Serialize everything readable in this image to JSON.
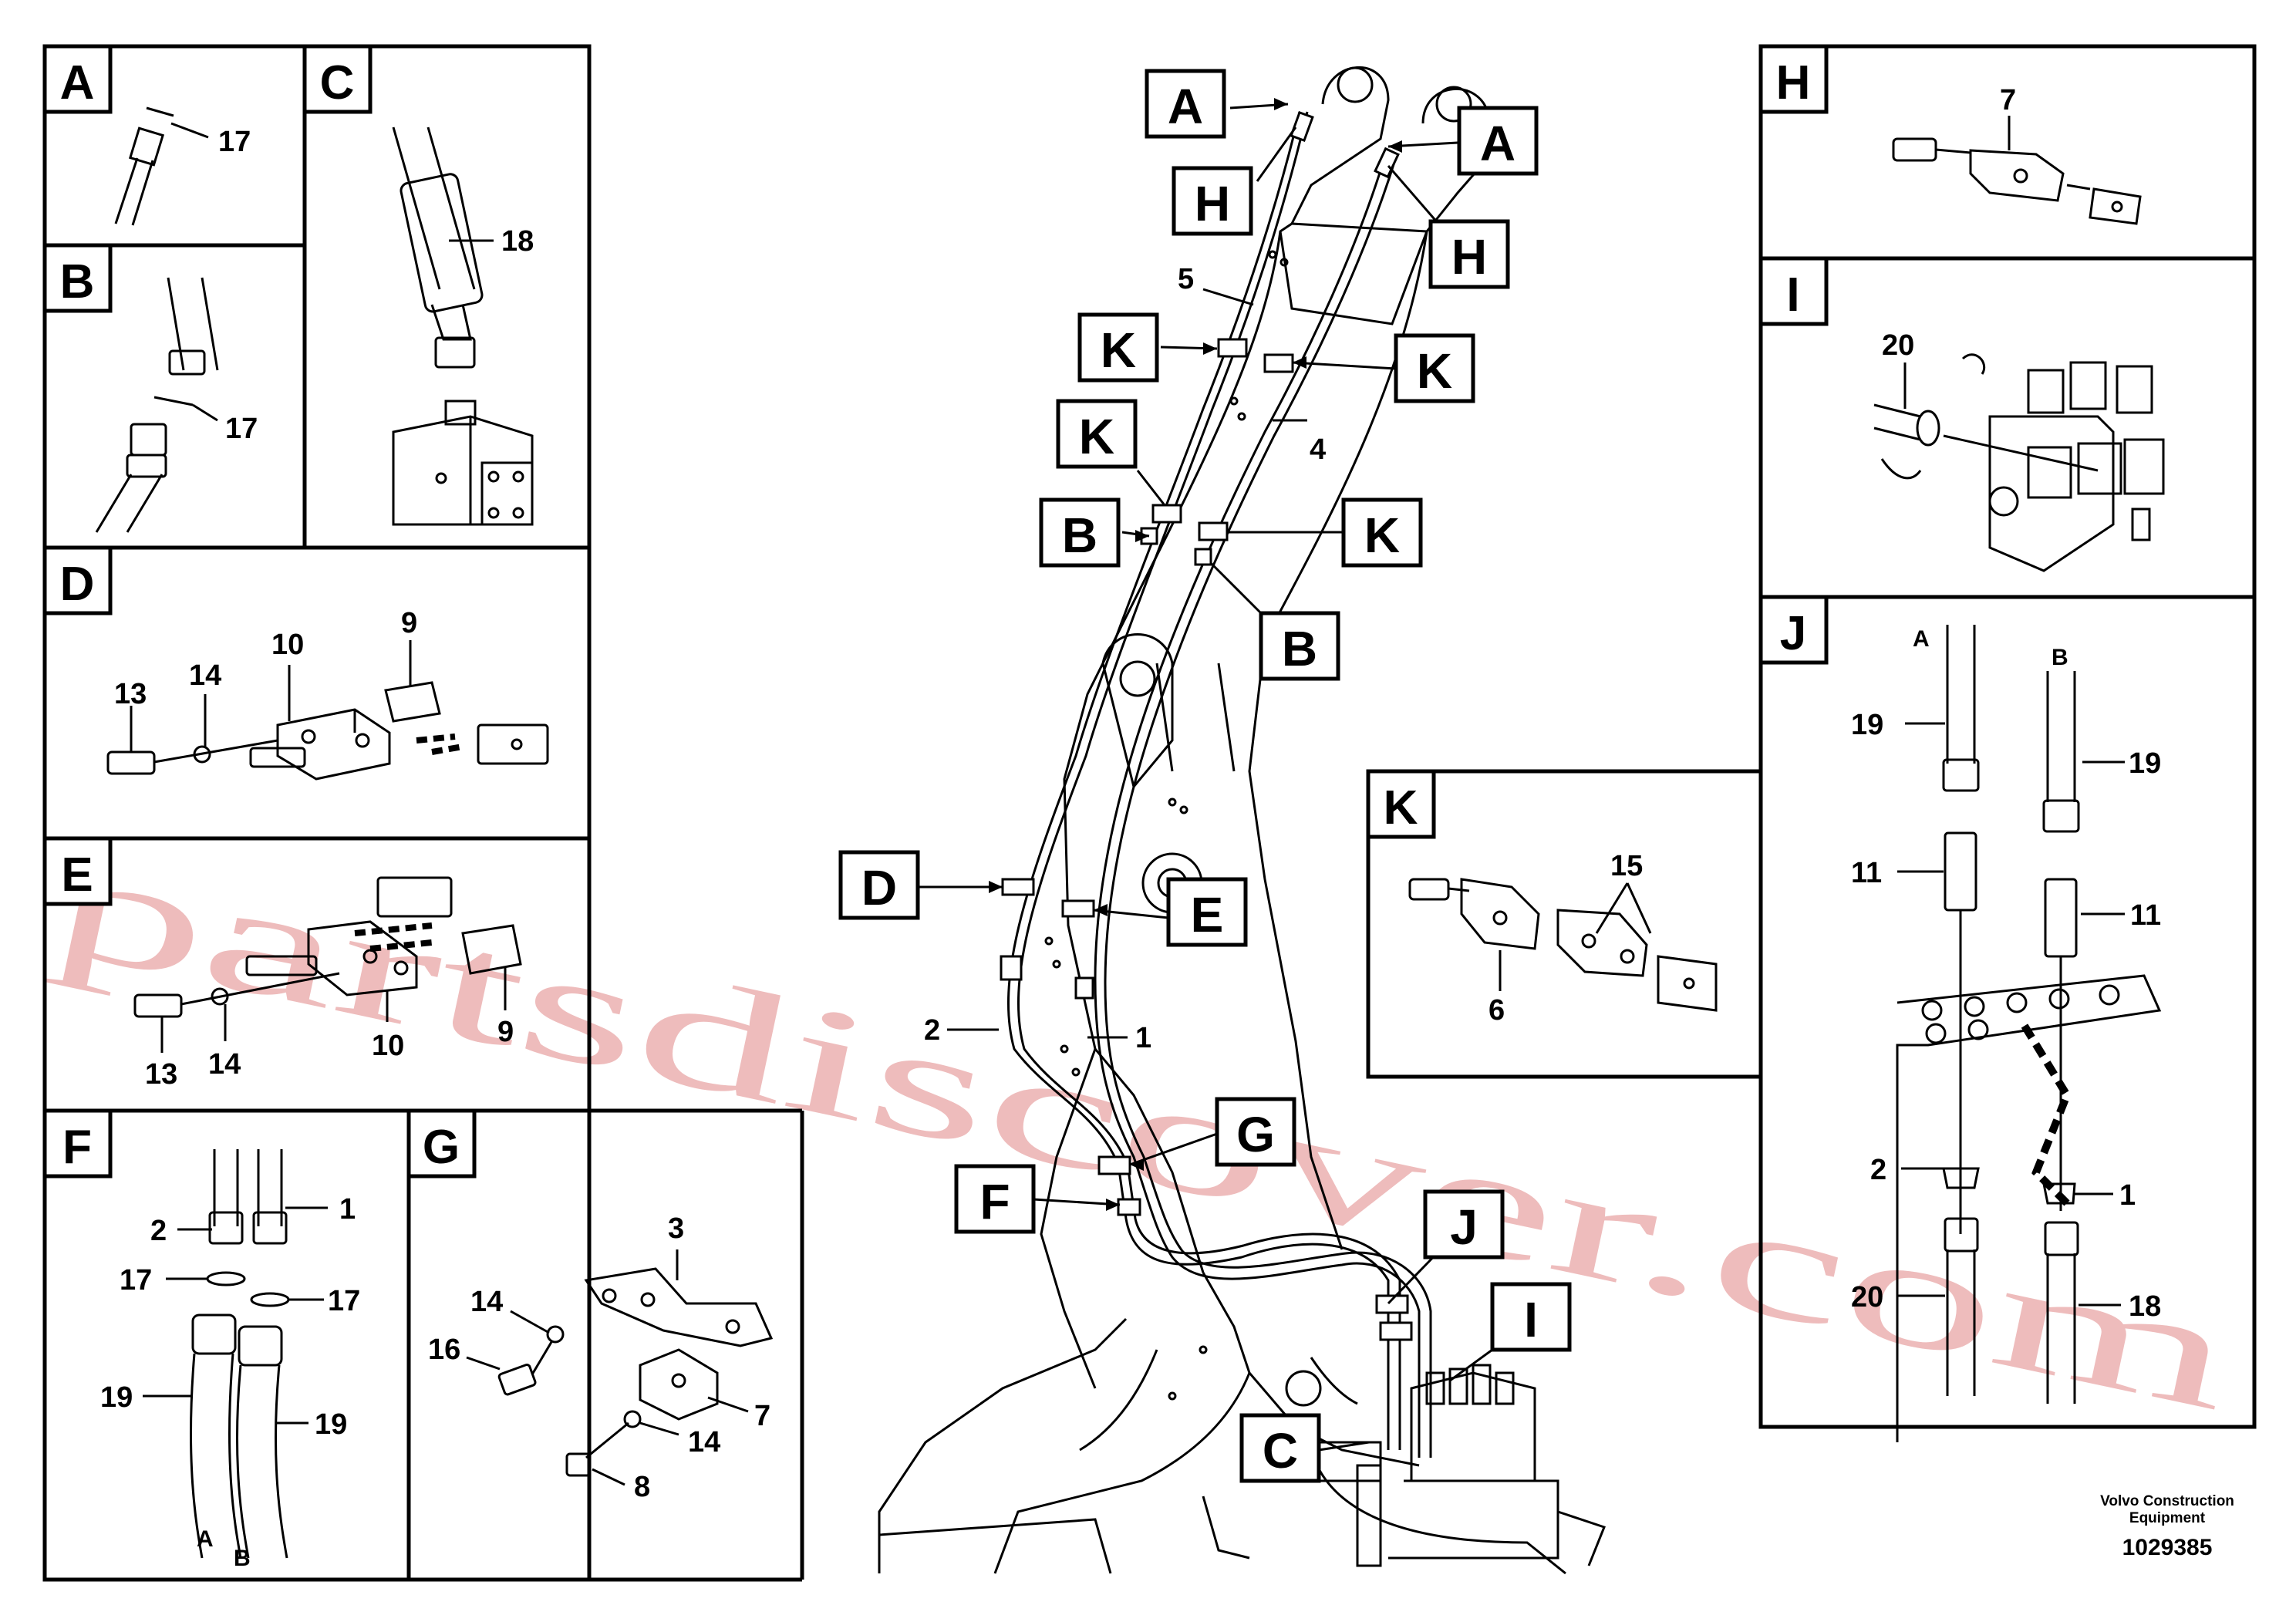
{
  "watermark": "partsdiscover.com",
  "brand": {
    "line1": "Volvo Construction",
    "line2": "Equipment",
    "drawing_number": "1029385"
  },
  "panels": {
    "A": {
      "letter": "A",
      "parts": [
        "17"
      ]
    },
    "B": {
      "letter": "B",
      "parts": [
        "17"
      ]
    },
    "C": {
      "letter": "C",
      "parts": [
        "18"
      ]
    },
    "D": {
      "letter": "D",
      "parts": [
        "13",
        "14",
        "10",
        "9"
      ]
    },
    "E": {
      "letter": "E",
      "parts": [
        "13",
        "14",
        "10",
        "9"
      ]
    },
    "F": {
      "letter": "F",
      "parts": [
        "2",
        "1",
        "17",
        "17",
        "19",
        "19"
      ],
      "hose_labels": [
        "A",
        "B"
      ]
    },
    "G": {
      "letter": "G",
      "parts": [
        "3",
        "14",
        "16",
        "7",
        "14",
        "8"
      ]
    },
    "H": {
      "letter": "H",
      "parts": [
        "7"
      ]
    },
    "I": {
      "letter": "I",
      "parts": [
        "20"
      ]
    },
    "J": {
      "letter": "J",
      "parts": [
        "19",
        "19",
        "11",
        "11",
        "2",
        "1",
        "20",
        "18"
      ],
      "hose_labels": [
        "A",
        "B"
      ]
    },
    "K": {
      "letter": "K",
      "parts": [
        "15",
        "6"
      ]
    }
  },
  "main_view": {
    "callouts": [
      "A",
      "A",
      "H",
      "H",
      "K",
      "K",
      "K",
      "K",
      "B",
      "B",
      "D",
      "E",
      "G",
      "F",
      "J",
      "I",
      "C"
    ],
    "parts": [
      "5",
      "4",
      "2",
      "1"
    ]
  }
}
